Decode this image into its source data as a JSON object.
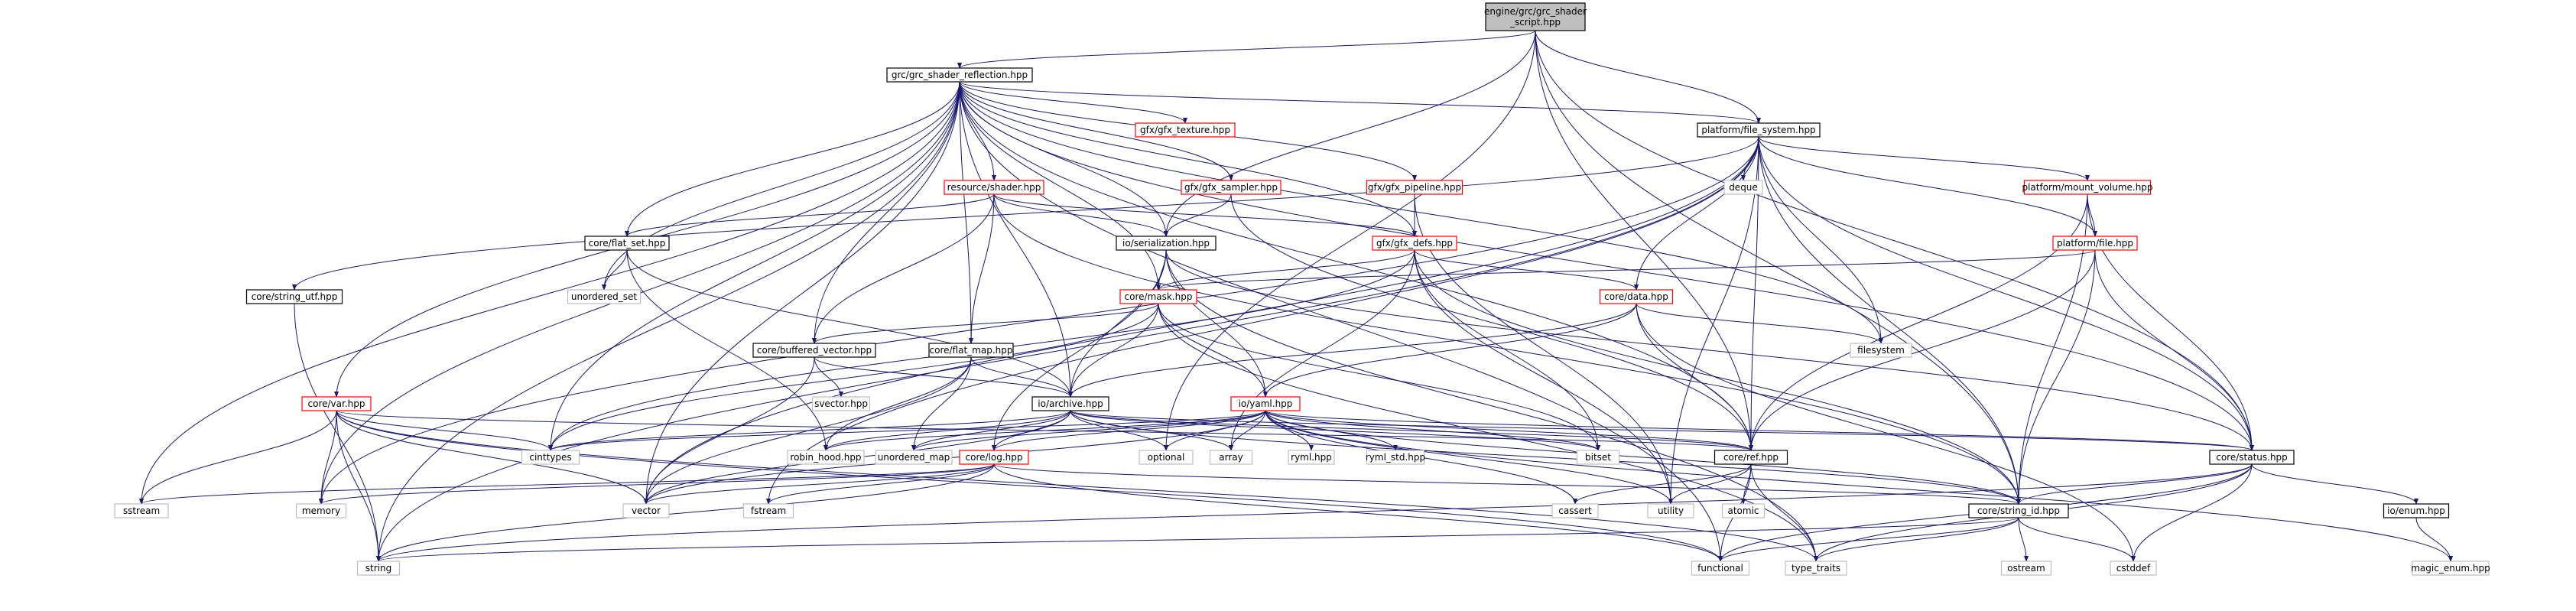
{
  "colors": {
    "root_fill": "#bfbfbf",
    "box_fill": "#ffffff",
    "border_black": "#000000",
    "border_red": "#ff0000",
    "border_gray": "#bfbfbf",
    "text": "#000000",
    "edge": "#191970"
  },
  "nodes": [
    {
      "id": "root",
      "lines": [
        "engine/grc/grc_shader",
        "_script.hpp"
      ],
      "style": "root"
    },
    {
      "id": "reflection",
      "lines": [
        "grc/grc_shader_reflection.hpp"
      ],
      "style": "black"
    },
    {
      "id": "platform_fs",
      "lines": [
        "platform/file_system.hpp"
      ],
      "style": "black"
    },
    {
      "id": "gfx_texture",
      "lines": [
        "gfx/gfx_texture.hpp"
      ],
      "style": "red"
    },
    {
      "id": "resource_shader",
      "lines": [
        "resource/shader.hpp"
      ],
      "style": "red"
    },
    {
      "id": "gfx_sampler",
      "lines": [
        "gfx/gfx_sampler.hpp"
      ],
      "style": "red"
    },
    {
      "id": "gfx_pipeline",
      "lines": [
        "gfx/gfx_pipeline.hpp"
      ],
      "style": "red"
    },
    {
      "id": "mount_volume",
      "lines": [
        "platform/mount_volume.hpp"
      ],
      "style": "red"
    },
    {
      "id": "deque",
      "lines": [
        "deque"
      ],
      "style": "gray"
    },
    {
      "id": "flat_set",
      "lines": [
        "core/flat_set.hpp"
      ],
      "style": "black"
    },
    {
      "id": "io_serialization",
      "lines": [
        "io/serialization.hpp"
      ],
      "style": "black"
    },
    {
      "id": "gfx_defs",
      "lines": [
        "gfx/gfx_defs.hpp"
      ],
      "style": "red"
    },
    {
      "id": "platform_file",
      "lines": [
        "platform/file.hpp"
      ],
      "style": "red"
    },
    {
      "id": "string_utf",
      "lines": [
        "core/string_utf.hpp"
      ],
      "style": "black"
    },
    {
      "id": "unordered_set",
      "lines": [
        "unordered_set"
      ],
      "style": "gray"
    },
    {
      "id": "core_mask",
      "lines": [
        "core/mask.hpp"
      ],
      "style": "red"
    },
    {
      "id": "core_data",
      "lines": [
        "core/data.hpp"
      ],
      "style": "red"
    },
    {
      "id": "filesystem",
      "lines": [
        "filesystem"
      ],
      "style": "gray"
    },
    {
      "id": "buffered_vector",
      "lines": [
        "core/buffered_vector.hpp"
      ],
      "style": "black"
    },
    {
      "id": "flat_map",
      "lines": [
        "core/flat_map.hpp"
      ],
      "style": "black"
    },
    {
      "id": "svector",
      "lines": [
        "svector.hpp"
      ],
      "style": "gray"
    },
    {
      "id": "core_var",
      "lines": [
        "core/var.hpp"
      ],
      "style": "red"
    },
    {
      "id": "io_archive",
      "lines": [
        "io/archive.hpp"
      ],
      "style": "black"
    },
    {
      "id": "io_yaml",
      "lines": [
        "io/yaml.hpp"
      ],
      "style": "red"
    },
    {
      "id": "cinttypes",
      "lines": [
        "cinttypes"
      ],
      "style": "gray"
    },
    {
      "id": "robin_hood",
      "lines": [
        "robin_hood.hpp"
      ],
      "style": "gray"
    },
    {
      "id": "unordered_map",
      "lines": [
        "unordered_map"
      ],
      "style": "gray"
    },
    {
      "id": "optional",
      "lines": [
        "optional"
      ],
      "style": "gray"
    },
    {
      "id": "array",
      "lines": [
        "array"
      ],
      "style": "gray"
    },
    {
      "id": "ryml",
      "lines": [
        "ryml.hpp"
      ],
      "style": "gray"
    },
    {
      "id": "ryml_std",
      "lines": [
        "ryml_std.hpp"
      ],
      "style": "gray"
    },
    {
      "id": "bitset",
      "lines": [
        "bitset"
      ],
      "style": "gray"
    },
    {
      "id": "core_ref",
      "lines": [
        "core/ref.hpp"
      ],
      "style": "black"
    },
    {
      "id": "core_status",
      "lines": [
        "core/status.hpp"
      ],
      "style": "black"
    },
    {
      "id": "core_log",
      "lines": [
        "core/log.hpp"
      ],
      "style": "red"
    },
    {
      "id": "sstream",
      "lines": [
        "sstream"
      ],
      "style": "gray"
    },
    {
      "id": "memory",
      "lines": [
        "memory"
      ],
      "style": "gray"
    },
    {
      "id": "vector",
      "lines": [
        "vector"
      ],
      "style": "gray"
    },
    {
      "id": "fstream",
      "lines": [
        "fstream"
      ],
      "style": "gray"
    },
    {
      "id": "cassert",
      "lines": [
        "cassert"
      ],
      "style": "gray"
    },
    {
      "id": "utility",
      "lines": [
        "utility"
      ],
      "style": "gray"
    },
    {
      "id": "atomic",
      "lines": [
        "atomic"
      ],
      "style": "gray"
    },
    {
      "id": "string_id",
      "lines": [
        "core/string_id.hpp"
      ],
      "style": "black"
    },
    {
      "id": "io_enum",
      "lines": [
        "io/enum.hpp"
      ],
      "style": "black"
    },
    {
      "id": "string",
      "lines": [
        "string"
      ],
      "style": "gray"
    },
    {
      "id": "functional",
      "lines": [
        "functional"
      ],
      "style": "gray"
    },
    {
      "id": "type_traits",
      "lines": [
        "type_traits"
      ],
      "style": "gray"
    },
    {
      "id": "ostream",
      "lines": [
        "ostream"
      ],
      "style": "gray"
    },
    {
      "id": "cstddef",
      "lines": [
        "cstddef"
      ],
      "style": "gray"
    },
    {
      "id": "magic_enum",
      "lines": [
        "magic_enum.hpp"
      ],
      "style": "gray"
    }
  ],
  "edges": [
    [
      "root",
      "reflection"
    ],
    [
      "root",
      "platform_fs"
    ],
    [
      "root",
      "io_serialization"
    ],
    [
      "root",
      "optional"
    ],
    [
      "root",
      "core_ref"
    ],
    [
      "root",
      "core_status"
    ],
    [
      "root",
      "string_id"
    ],
    [
      "reflection",
      "platform_fs"
    ],
    [
      "reflection",
      "gfx_texture"
    ],
    [
      "reflection",
      "resource_shader"
    ],
    [
      "reflection",
      "gfx_sampler"
    ],
    [
      "reflection",
      "gfx_pipeline"
    ],
    [
      "reflection",
      "flat_set"
    ],
    [
      "reflection",
      "io_serialization"
    ],
    [
      "reflection",
      "gfx_defs"
    ],
    [
      "reflection",
      "unordered_set"
    ],
    [
      "reflection",
      "core_mask"
    ],
    [
      "reflection",
      "buffered_vector"
    ],
    [
      "reflection",
      "flat_map"
    ],
    [
      "reflection",
      "core_var"
    ],
    [
      "reflection",
      "io_archive"
    ],
    [
      "reflection",
      "cinttypes"
    ],
    [
      "reflection",
      "core_ref"
    ],
    [
      "reflection",
      "core_status"
    ],
    [
      "reflection",
      "sstream"
    ],
    [
      "reflection",
      "memory"
    ],
    [
      "reflection",
      "vector"
    ],
    [
      "reflection",
      "string"
    ],
    [
      "reflection",
      "functional"
    ],
    [
      "reflection",
      "filesystem"
    ],
    [
      "platform_fs",
      "mount_volume"
    ],
    [
      "platform_fs",
      "deque"
    ],
    [
      "platform_fs",
      "platform_file"
    ],
    [
      "platform_fs",
      "string_utf"
    ],
    [
      "platform_fs",
      "core_data"
    ],
    [
      "platform_fs",
      "filesystem"
    ],
    [
      "platform_fs",
      "core_ref"
    ],
    [
      "platform_fs",
      "core_status"
    ],
    [
      "platform_fs",
      "string_id"
    ],
    [
      "platform_fs",
      "memory"
    ],
    [
      "platform_fs",
      "vector"
    ],
    [
      "platform_fs",
      "fstream"
    ],
    [
      "platform_fs",
      "string"
    ],
    [
      "platform_fs",
      "utility"
    ],
    [
      "resource_shader",
      "flat_set"
    ],
    [
      "resource_shader",
      "io_serialization"
    ],
    [
      "resource_shader",
      "gfx_defs"
    ],
    [
      "resource_shader",
      "buffered_vector"
    ],
    [
      "resource_shader",
      "flat_map"
    ],
    [
      "resource_shader",
      "string_id"
    ],
    [
      "gfx_sampler",
      "io_serialization"
    ],
    [
      "gfx_sampler",
      "core_ref"
    ],
    [
      "gfx_pipeline",
      "gfx_defs"
    ],
    [
      "gfx_pipeline",
      "utility"
    ],
    [
      "mount_volume",
      "platform_file"
    ],
    [
      "mount_volume",
      "core_ref"
    ],
    [
      "mount_volume",
      "core_status"
    ],
    [
      "mount_volume",
      "string_id"
    ],
    [
      "flat_set",
      "unordered_set"
    ],
    [
      "flat_set",
      "robin_hood"
    ],
    [
      "flat_set",
      "io_archive"
    ],
    [
      "io_serialization",
      "core_mask"
    ],
    [
      "io_serialization",
      "io_archive"
    ],
    [
      "io_serialization",
      "io_yaml"
    ],
    [
      "io_serialization",
      "core_log"
    ],
    [
      "io_serialization",
      "core_status"
    ],
    [
      "io_serialization",
      "type_traits"
    ],
    [
      "gfx_defs",
      "core_mask"
    ],
    [
      "gfx_defs",
      "core_data"
    ],
    [
      "gfx_defs",
      "cinttypes"
    ],
    [
      "gfx_defs",
      "array"
    ],
    [
      "gfx_defs",
      "bitset"
    ],
    [
      "gfx_defs",
      "string_id"
    ],
    [
      "gfx_defs",
      "utility"
    ],
    [
      "platform_file",
      "core_mask"
    ],
    [
      "platform_file",
      "core_ref"
    ],
    [
      "platform_file",
      "core_status"
    ],
    [
      "platform_file",
      "string_id"
    ],
    [
      "string_utf",
      "string"
    ],
    [
      "core_mask",
      "buffered_vector"
    ],
    [
      "core_mask",
      "io_archive"
    ],
    [
      "core_mask",
      "io_yaml"
    ],
    [
      "core_mask",
      "bitset"
    ],
    [
      "core_mask",
      "type_traits"
    ],
    [
      "core_mask",
      "cinttypes"
    ],
    [
      "core_data",
      "filesystem"
    ],
    [
      "core_data",
      "io_archive"
    ],
    [
      "core_data",
      "io_yaml"
    ],
    [
      "core_data",
      "core_ref"
    ],
    [
      "core_data",
      "cstddef"
    ],
    [
      "buffered_vector",
      "svector"
    ],
    [
      "buffered_vector",
      "vector"
    ],
    [
      "buffered_vector",
      "io_archive"
    ],
    [
      "flat_map",
      "robin_hood"
    ],
    [
      "flat_map",
      "unordered_map"
    ],
    [
      "flat_map",
      "io_archive"
    ],
    [
      "flat_map",
      "vector"
    ],
    [
      "core_var",
      "cinttypes"
    ],
    [
      "core_var",
      "sstream"
    ],
    [
      "core_var",
      "memory"
    ],
    [
      "core_var",
      "vector"
    ],
    [
      "core_var",
      "string"
    ],
    [
      "core_var",
      "functional"
    ],
    [
      "core_var",
      "core_ref"
    ],
    [
      "core_var",
      "type_traits"
    ],
    [
      "io_archive",
      "robin_hood"
    ],
    [
      "io_archive",
      "unordered_map"
    ],
    [
      "io_archive",
      "optional"
    ],
    [
      "io_archive",
      "array"
    ],
    [
      "io_archive",
      "bitset"
    ],
    [
      "io_archive",
      "cinttypes"
    ],
    [
      "io_archive",
      "core_ref"
    ],
    [
      "io_archive",
      "core_status"
    ],
    [
      "io_archive",
      "core_log"
    ],
    [
      "io_archive",
      "string_id"
    ],
    [
      "io_archive",
      "vector"
    ],
    [
      "io_yaml",
      "ryml"
    ],
    [
      "io_yaml",
      "ryml_std"
    ],
    [
      "io_yaml",
      "robin_hood"
    ],
    [
      "io_yaml",
      "unordered_map"
    ],
    [
      "io_yaml",
      "optional"
    ],
    [
      "io_yaml",
      "array"
    ],
    [
      "io_yaml",
      "bitset"
    ],
    [
      "io_yaml",
      "cinttypes"
    ],
    [
      "io_yaml",
      "core_ref"
    ],
    [
      "io_yaml",
      "core_status"
    ],
    [
      "io_yaml",
      "core_log"
    ],
    [
      "io_yaml",
      "string_id"
    ],
    [
      "io_yaml",
      "vector"
    ],
    [
      "io_yaml",
      "cassert"
    ],
    [
      "io_yaml",
      "utility"
    ],
    [
      "io_yaml",
      "magic_enum"
    ],
    [
      "core_ref",
      "cassert"
    ],
    [
      "core_ref",
      "utility"
    ],
    [
      "core_ref",
      "atomic"
    ],
    [
      "core_ref",
      "functional"
    ],
    [
      "core_ref",
      "type_traits"
    ],
    [
      "core_status",
      "string_id"
    ],
    [
      "core_status",
      "io_enum"
    ],
    [
      "core_status",
      "string"
    ],
    [
      "core_status",
      "functional"
    ],
    [
      "core_status",
      "type_traits"
    ],
    [
      "core_status",
      "cstddef"
    ],
    [
      "core_log",
      "sstream"
    ],
    [
      "core_log",
      "memory"
    ],
    [
      "core_log",
      "vector"
    ],
    [
      "core_log",
      "fstream"
    ],
    [
      "core_log",
      "string"
    ],
    [
      "core_log",
      "functional"
    ],
    [
      "core_log",
      "string_id"
    ],
    [
      "string_id",
      "string"
    ],
    [
      "string_id",
      "functional"
    ],
    [
      "string_id",
      "type_traits"
    ],
    [
      "string_id",
      "ostream"
    ],
    [
      "string_id",
      "cstddef"
    ],
    [
      "io_enum",
      "magic_enum"
    ]
  ]
}
